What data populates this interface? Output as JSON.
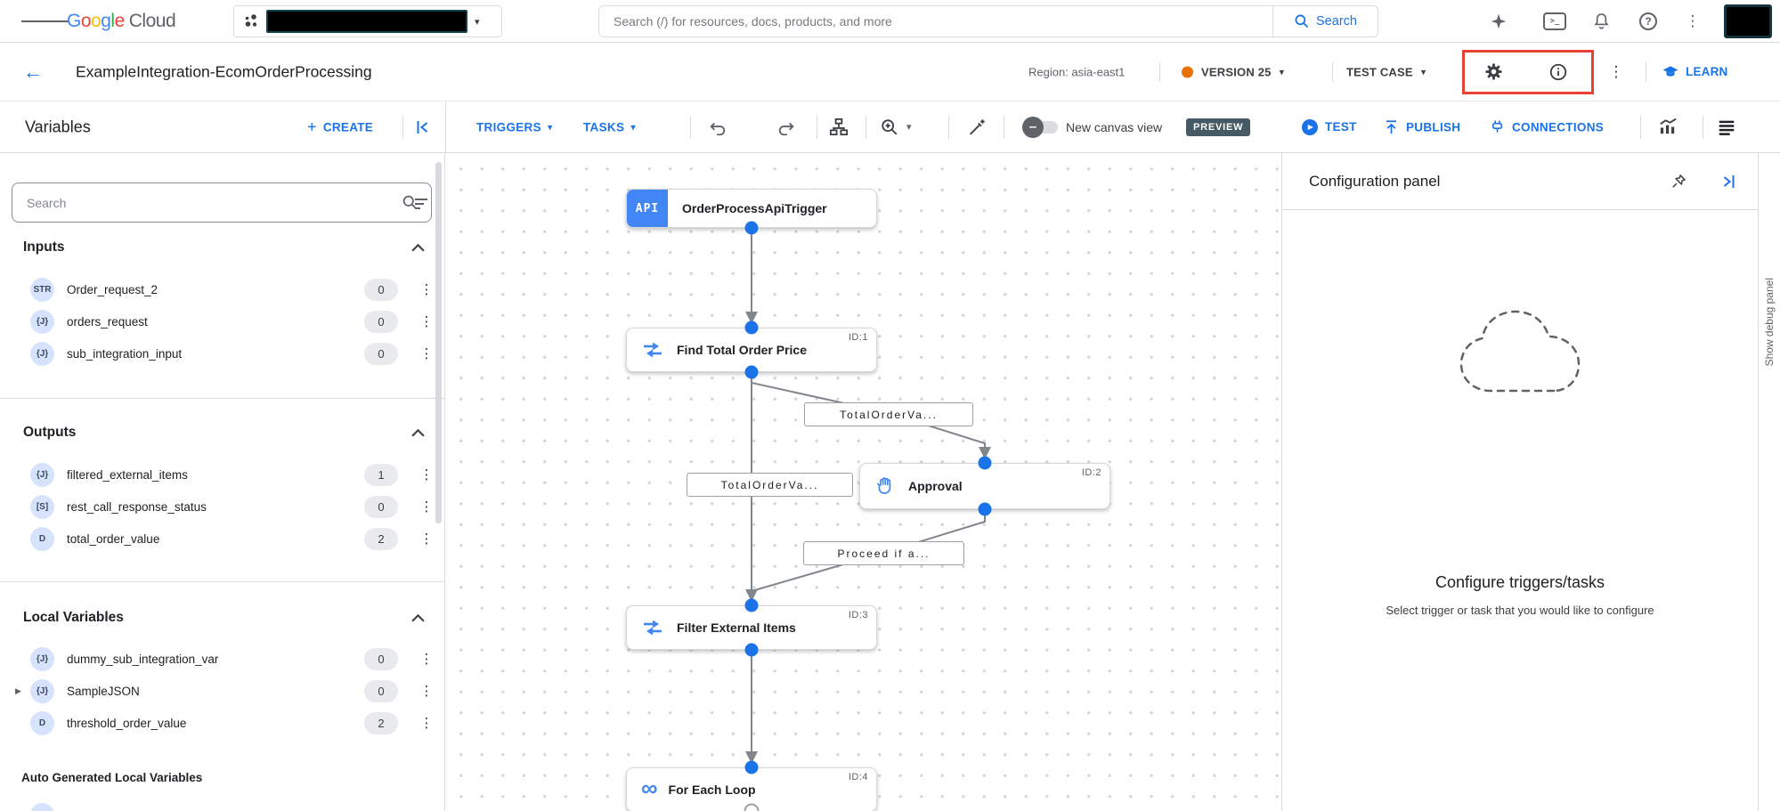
{
  "colors": {
    "accent_blue": "#1a73e8",
    "node_blue": "#4285f4",
    "version_dot_orange": "#e8710a",
    "preview_badge": "#455a64",
    "highlight_red": "#e94235",
    "edge_gray": "#80868b"
  },
  "icons": {
    "overflow": "⋮",
    "caret_down": "▾",
    "back_arrow": "←",
    "plus": "+",
    "infinity": "∞",
    "terminal_prompt": ">_",
    "play": "▶",
    "expander": "▶",
    "help": "?",
    "minus": "–"
  },
  "topbar": {
    "logo_letters": [
      "G",
      "o",
      "o",
      "g",
      "l",
      "e"
    ],
    "logo_cloud": "Cloud",
    "search_placeholder": "Search (/) for resources, docs, products, and more",
    "search_button": "Search"
  },
  "titlebar": {
    "title": "ExampleIntegration-EcomOrderProcessing",
    "region": "Region: asia-east1",
    "version": "VERSION 25",
    "test_case": "TEST CASE",
    "learn": "LEARN"
  },
  "toolbar": {
    "panel_title": "Variables",
    "create": "CREATE",
    "triggers": "TRIGGERS",
    "tasks": "TASKS",
    "new_canvas_view": "New canvas view",
    "preview": "PREVIEW",
    "test": "TEST",
    "publish": "PUBLISH",
    "connections": "CONNECTIONS"
  },
  "sidebar": {
    "search_placeholder": "Search",
    "inputs": {
      "title": "Inputs",
      "items": [
        {
          "type": "STR",
          "name": "Order_request_2",
          "count": "0"
        },
        {
          "type": "{J}",
          "name": "orders_request",
          "count": "0"
        },
        {
          "type": "{J}",
          "name": "sub_integration_input",
          "count": "0"
        }
      ]
    },
    "outputs": {
      "title": "Outputs",
      "items": [
        {
          "type": "{J}",
          "name": "filtered_external_items",
          "count": "1"
        },
        {
          "type": "[S]",
          "name": "rest_call_response_status",
          "count": "0"
        },
        {
          "type": "D",
          "name": "total_order_value",
          "count": "2"
        }
      ]
    },
    "locals": {
      "title": "Local Variables",
      "items": [
        {
          "type": "{J}",
          "name": "dummy_sub_integration_var",
          "count": "0"
        },
        {
          "type": "{J}",
          "name": "SampleJSON",
          "count": "0"
        },
        {
          "type": "D",
          "name": "threshold_order_value",
          "count": "2"
        }
      ]
    },
    "auto_title": "Auto Generated Local Variables"
  },
  "canvas": {
    "trigger": {
      "badge": "API",
      "label": "OrderProcessApiTrigger"
    },
    "nodes": [
      {
        "id": "ID:1",
        "label": "Find Total Order Price"
      },
      {
        "id": "ID:2",
        "label": "Approval"
      },
      {
        "id": "ID:3",
        "label": "Filter External Items"
      },
      {
        "id": "ID:4",
        "label": "For Each Loop"
      }
    ],
    "edge_labels": [
      "TotalOrderVa...",
      "TotalOrderVa...",
      "Proceed if a..."
    ]
  },
  "config_panel": {
    "title": "Configuration panel",
    "heading": "Configure triggers/tasks",
    "subheading": "Select trigger or task that you would like to configure"
  },
  "debug_strip": {
    "label": "Show debug panel"
  }
}
